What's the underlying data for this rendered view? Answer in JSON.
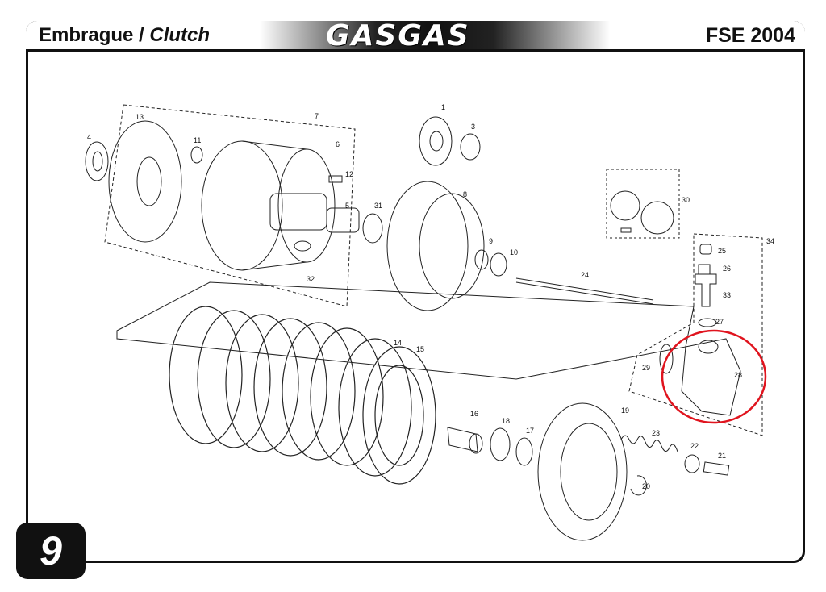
{
  "header": {
    "title_es": "Embrague /",
    "title_en": "Clutch",
    "brand": "GASGAS",
    "model": "FSE 2004"
  },
  "page_number": "9",
  "highlight_color": "#e0141e",
  "parts": {
    "p1": "1",
    "p3": "3",
    "p4": "4",
    "p5": "5",
    "p6": "6",
    "p7": "7",
    "p8": "8",
    "p9": "9",
    "p10": "10",
    "p11": "11",
    "p12": "12",
    "p13": "13",
    "p14": "14",
    "p15": "15",
    "p16": "16",
    "p17": "17",
    "p18": "18",
    "p19": "19",
    "p20": "20",
    "p21": "21",
    "p22": "22",
    "p23": "23",
    "p24": "24",
    "p25": "25",
    "p26": "26",
    "p27": "27",
    "p28": "28",
    "p29": "29",
    "p30": "30",
    "p31": "31",
    "p32": "32",
    "p33": "33",
    "p34": "34"
  }
}
